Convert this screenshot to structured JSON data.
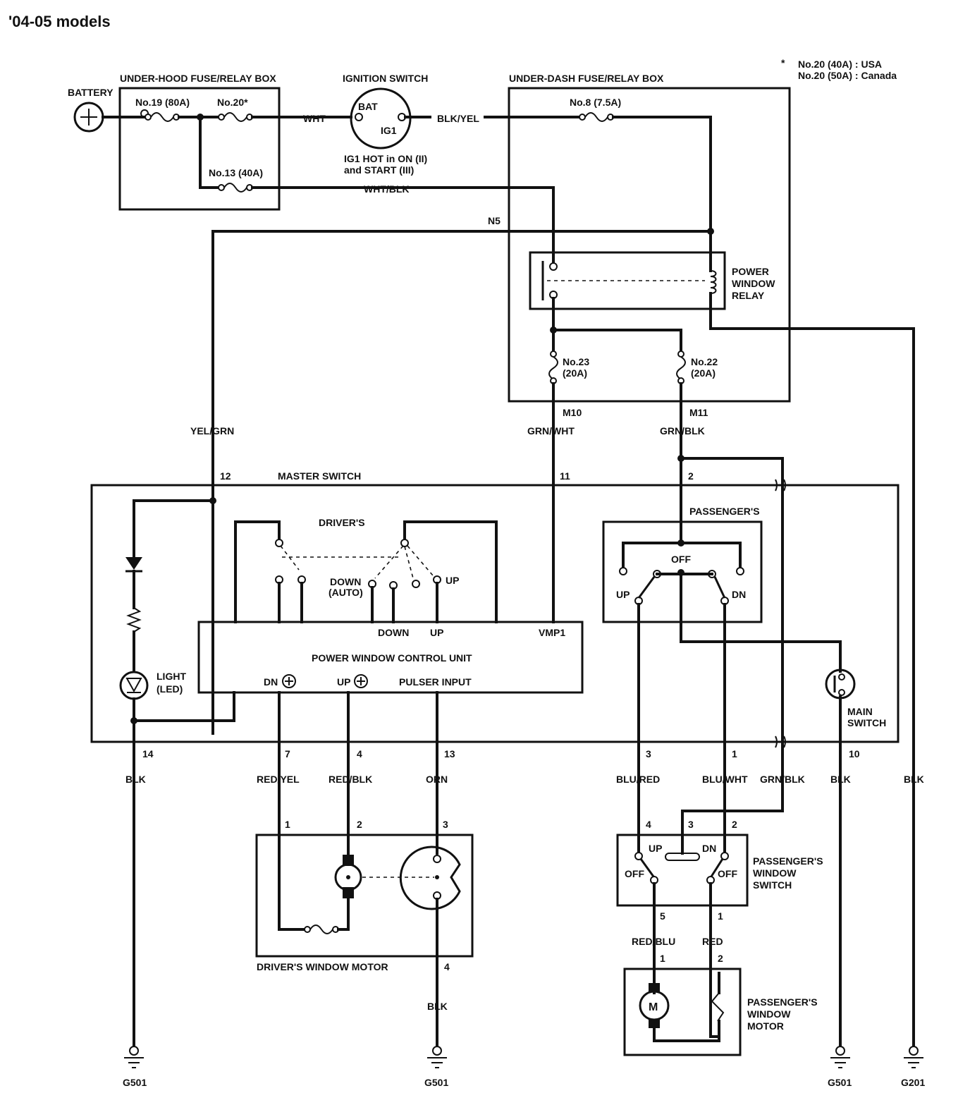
{
  "title": "'04-05 models",
  "note": [
    "No.20 (40A) : USA",
    "No.20 (50A) : Canada"
  ],
  "components": {
    "battery": "BATTERY",
    "under_hood_box": "UNDER-HOOD FUSE/RELAY BOX",
    "ignition_switch": "IGNITION SWITCH",
    "under_dash_box": "UNDER-DASH FUSE/RELAY BOX",
    "power_window_relay": [
      "POWER",
      "WINDOW",
      "RELAY"
    ],
    "master_switch": "MASTER SWITCH",
    "drivers": "DRIVER'S",
    "passengers": "PASSENGER'S",
    "control_unit": "POWER WINDOW CONTROL UNIT",
    "light": [
      "LIGHT",
      "(LED)"
    ],
    "main_switch": [
      "MAIN",
      "SWITCH"
    ],
    "drivers_window_motor": "DRIVER'S WINDOW MOTOR",
    "passengers_window_switch": [
      "PASSENGER'S",
      "WINDOW",
      "SWITCH"
    ],
    "passengers_window_motor": [
      "PASSENGER'S",
      "WINDOW",
      "MOTOR"
    ],
    "motor_symbol": "M"
  },
  "fuses": {
    "f19": "No.19 (80A)",
    "f20": "No.20*",
    "f13": "No.13 (40A)",
    "f8": "No.8 (7.5A)",
    "f23": [
      "No.23",
      "(20A)"
    ],
    "f22": [
      "No.22",
      "(20A)"
    ]
  },
  "ignition": {
    "bat": "BAT",
    "ig1": "IG1",
    "note": [
      "IG1 HOT in ON (II)",
      "and START (III)"
    ]
  },
  "switch_positions": {
    "down_auto": [
      "DOWN",
      "(AUTO)"
    ],
    "up": "UP",
    "off": "OFF",
    "dn": "DN"
  },
  "control_unit_pins": {
    "down": "DOWN",
    "up": "UP",
    "vmp1": "VMP1",
    "dn_out": "DN",
    "up_out": "UP",
    "pulser": "PULSER INPUT"
  },
  "connectors": {
    "n5": "N5",
    "m10": "M10",
    "m11": "M11"
  },
  "wires": {
    "wht": "WHT",
    "blk_yel": "BLK/YEL",
    "wht_blk": "WHT/BLK",
    "yel_grn": "YEL/GRN",
    "grn_wht": "GRN/WHT",
    "grn_blk": "GRN/BLK",
    "blk": "BLK",
    "red_yel": "RED/YEL",
    "red_blk": "RED/BLK",
    "orn": "ORN",
    "blu_red": "BLU/RED",
    "blu_wht": "BLU/WHT",
    "red_blu": "RED/BLU",
    "red": "RED"
  },
  "pins": {
    "p12": "12",
    "p11": "11",
    "p2": "2",
    "p14": "14",
    "p7": "7",
    "p4": "4",
    "p13": "13",
    "p3": "3",
    "p1": "1",
    "p10": "10",
    "m1": "1",
    "m2": "2",
    "m3": "3",
    "m4": "4",
    "ps4": "4",
    "ps3": "3",
    "ps2": "2",
    "ps5": "5",
    "ps1": "1",
    "pm1": "1",
    "pm2": "2"
  },
  "grounds": {
    "g1": "G501",
    "g2": "G501",
    "g3": "G501",
    "g4": "G201"
  }
}
